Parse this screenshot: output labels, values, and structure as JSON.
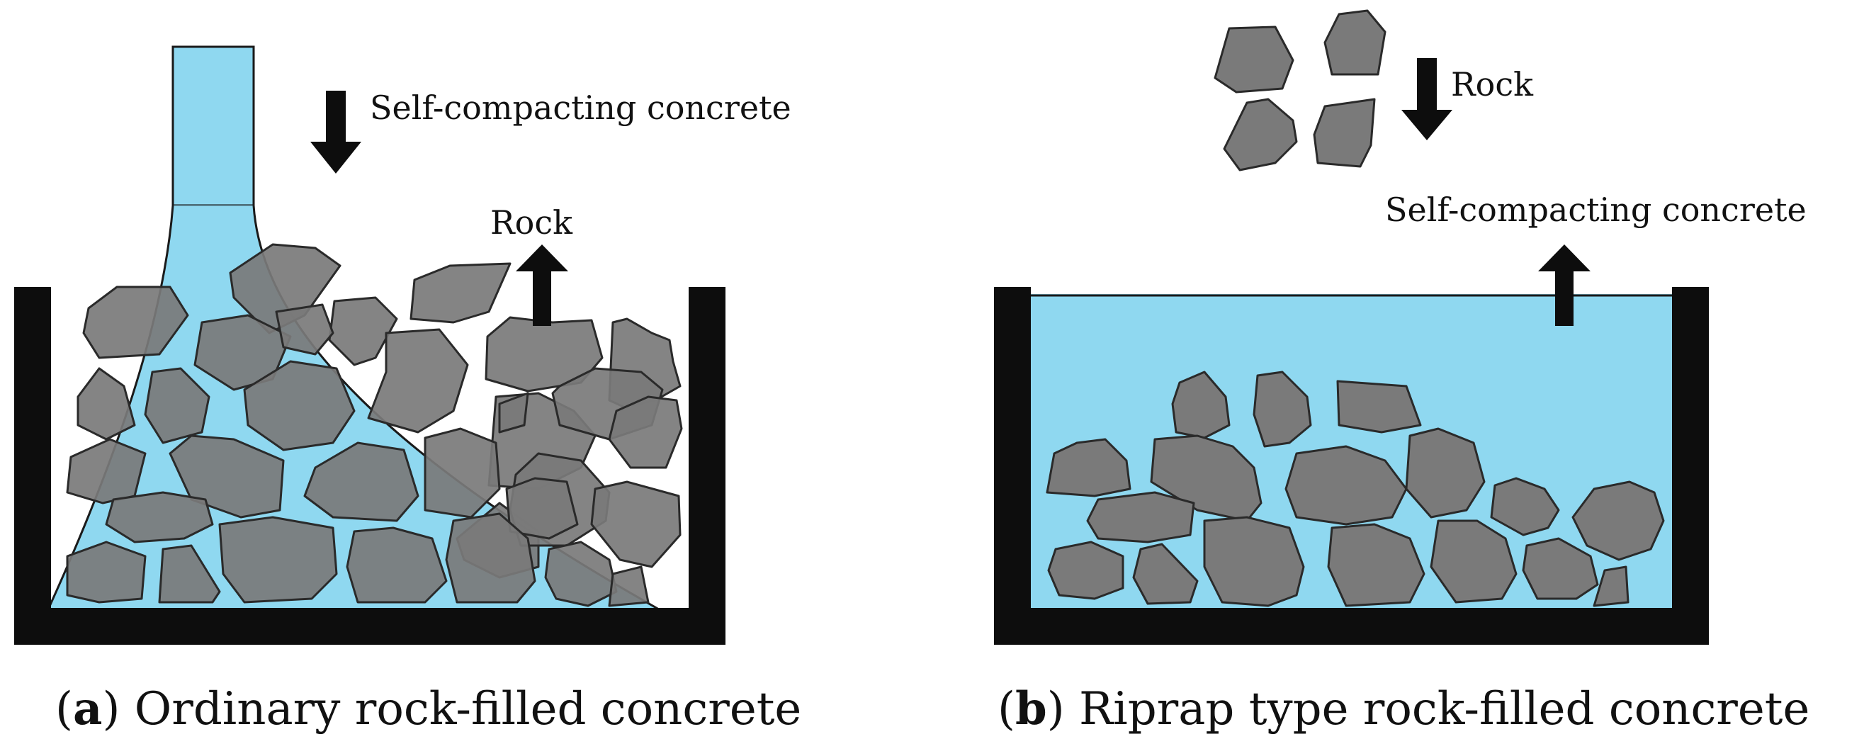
{
  "panels": [
    {
      "id": "a",
      "arrow_down_label": "Self-compacting concrete",
      "arrow_up_label": "Rock",
      "caption": {
        "open": "(",
        "letter": "a",
        "close": ")",
        "text": "Ordinary rock-filled concrete"
      }
    },
    {
      "id": "b",
      "arrow_down_label": "Rock",
      "arrow_up_label": "Self-compacting concrete",
      "caption": {
        "open": "(",
        "letter": "b",
        "close": ")",
        "text": "Riprap type rock-filled concrete"
      }
    }
  ],
  "colors": {
    "concrete": "#8fd8f0",
    "rock_fill": "#7a7a7a",
    "rock_stroke": "#2a2a2a",
    "wall": "#0d0d0d",
    "arrow": "#0d0d0d"
  }
}
